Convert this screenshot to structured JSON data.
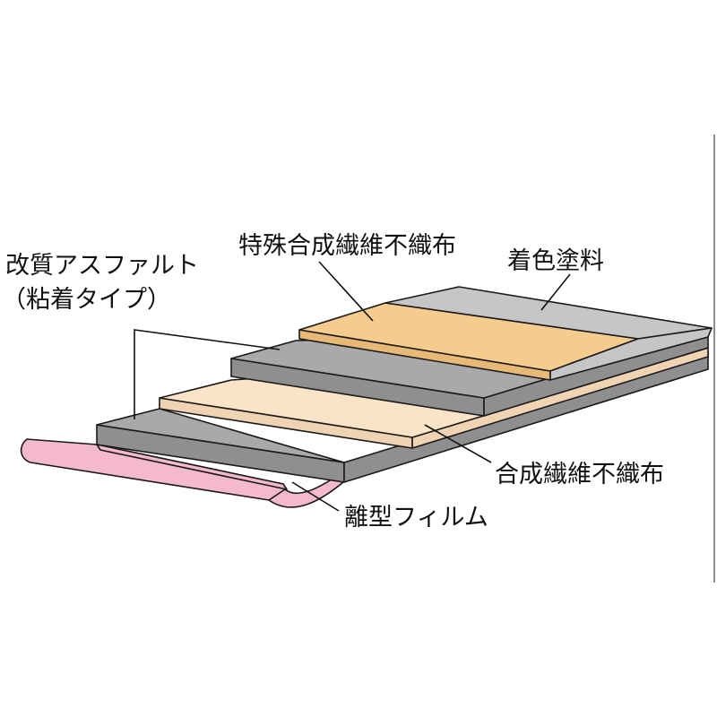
{
  "labels": {
    "modified_asphalt_line1": "改質アスファルト",
    "modified_asphalt_line2": "（粘着タイプ）",
    "special_synthetic_nonwoven": "特殊合成繊維不織布",
    "colored_paint": "着色塗料",
    "synthetic_nonwoven": "合成繊維不織布",
    "release_film": "離型フィルム"
  },
  "colors": {
    "asphalt_top": "#a9a9a9",
    "asphalt_front": "#8f8f8f",
    "special_fabric": "#f6cb8e",
    "special_fabric_front": "#e8b877",
    "synthetic_fabric": "#fbe3c8",
    "synthetic_fabric_front": "#efd3b3",
    "colored_paint": "#c6c6c8",
    "release_film": "#f5b9cf",
    "outline": "#1a1a1a"
  }
}
